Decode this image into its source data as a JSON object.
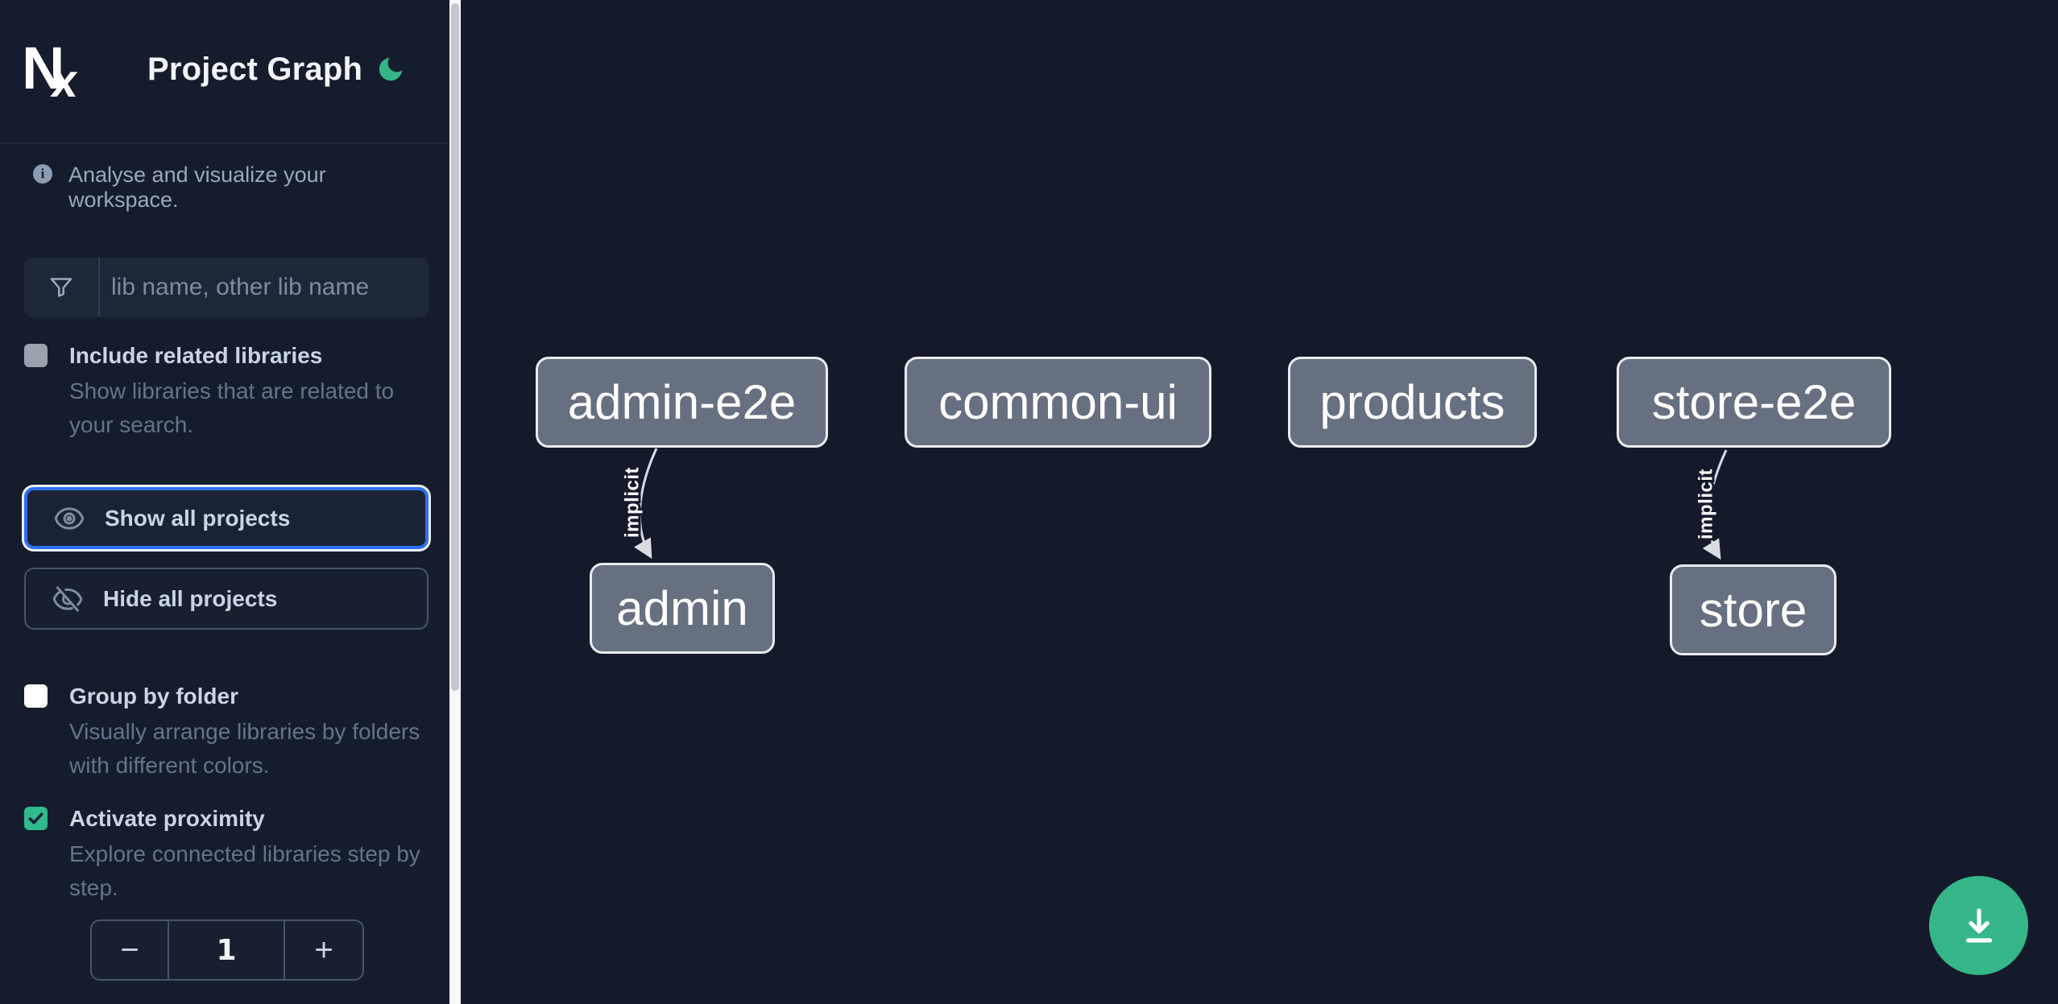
{
  "header": {
    "app_name": "Nx",
    "title": "Project Graph"
  },
  "sidebar": {
    "tagline": "Analyse and visualize your workspace.",
    "filter": {
      "placeholder": "lib name, other lib name",
      "value": ""
    },
    "options": {
      "include_related": {
        "label": "Include related libraries",
        "description": "Show libraries that are related to your search.",
        "checked": false
      },
      "group_by_folder": {
        "label": "Group by folder",
        "description": "Visually arrange libraries by folders with different colors.",
        "checked": false
      },
      "proximity": {
        "label": "Activate proximity",
        "description": "Explore connected libraries step by step.",
        "checked": true
      }
    },
    "actions": {
      "show_all": "Show all projects",
      "hide_all": "Hide all projects"
    },
    "stepper": {
      "decrement": "−",
      "value": "1",
      "increment": "+"
    }
  },
  "graph": {
    "nodes": [
      {
        "id": "admin-e2e",
        "label": "admin-e2e"
      },
      {
        "id": "common-ui",
        "label": "common-ui"
      },
      {
        "id": "products",
        "label": "products"
      },
      {
        "id": "store-e2e",
        "label": "store-e2e"
      },
      {
        "id": "admin",
        "label": "admin"
      },
      {
        "id": "store",
        "label": "store"
      }
    ],
    "edges": [
      {
        "from": "admin-e2e",
        "to": "admin",
        "label": "implicit"
      },
      {
        "from": "store-e2e",
        "to": "store",
        "label": "implicit"
      }
    ]
  },
  "colors": {
    "accent_green": "#35b689",
    "focus_blue": "#2f6ff2",
    "node_fill": "#667080",
    "canvas_bg": "#141a29"
  }
}
